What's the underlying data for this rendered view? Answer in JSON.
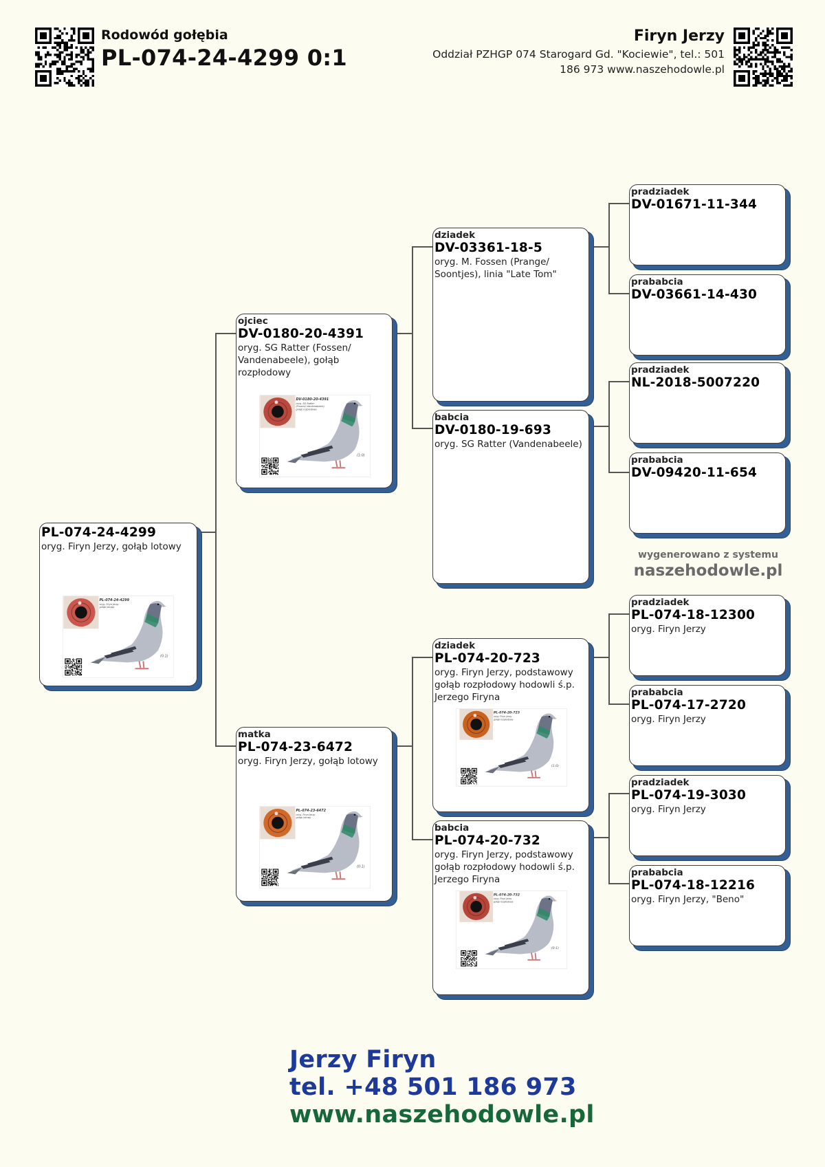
{
  "header": {
    "subtitle": "Rodowód gołębia",
    "title": "PL-074-24-4299 0:1",
    "owner": "Firyn Jerzy",
    "address_line1": "Oddział PZHGP 074 Starogard Gd. \"Kociewie\", tel.: 501",
    "address_line2": "186 973 www.naszehodowle.pl",
    "left_icon": "qr-code-icon",
    "right_icon": "qr-code-icon"
  },
  "pedigree": {
    "subject": {
      "ring": "PL-074-24-4299",
      "desc": "oryg. Firyn Jerzy, gołąb lotowy",
      "photo": {
        "ring": "PL-074-24-4299",
        "caption1": "oryg. Firyn Jerzy",
        "caption2": "gołąb lotowy",
        "sex": "(0:1)",
        "eye_color": "#c9574e"
      }
    },
    "father": {
      "relation": "ojciec",
      "ring": "DV-0180-20-4391",
      "desc": "oryg. SG Ratter (Fossen/ Vandenabeele), gołąb rozpłodowy",
      "photo": {
        "ring": "DV-0180-20-4391",
        "caption1": "oryg. SG Ratter",
        "caption2": "(Fossen/ Vandenabeele)",
        "caption3": "gołąb rozpłodowy",
        "sex": "(1:0)",
        "eye_color": "#b9493f"
      }
    },
    "mother": {
      "relation": "matka",
      "ring": "PL-074-23-6472",
      "desc": "oryg. Firyn Jerzy, gołąb lotowy",
      "photo": {
        "ring": "PL-074-23-6472",
        "caption1": "oryg. Firyn Jerzy",
        "caption2": "gołąb lotowy",
        "sex": "(0:1)",
        "eye_color": "#d06a2a"
      }
    },
    "paternal_grandfather": {
      "relation": "dziadek",
      "ring": "DV-03361-18-5",
      "desc": "oryg. M. Fossen (Prange/ Soontjes), linia \"Late Tom\""
    },
    "paternal_grandmother": {
      "relation": "babcia",
      "ring": "DV-0180-19-693",
      "desc": "oryg. SG Ratter (Vandenabeele)"
    },
    "maternal_grandfather": {
      "relation": "dziadek",
      "ring": "PL-074-20-723",
      "desc": "oryg. Firyn Jerzy, podstawowy gołąb rozpłodowy hodowli ś.p. Jerzego Firyna",
      "photo": {
        "ring": "PL-074-20-723",
        "caption1": "oryg. Firyn Jerzy",
        "caption2": "gołąb rozpłodowy",
        "sex": "(1:0)",
        "eye_color": "#c8621f"
      }
    },
    "maternal_grandmother": {
      "relation": "babcia",
      "ring": "PL-074-20-732",
      "desc": "oryg. Firyn Jerzy, podstawowy gołąb rozpłodowy hodowli ś.p. Jerzego Firyna",
      "photo": {
        "ring": "PL-074-20-732",
        "caption1": "oryg. Firyn Jerzy",
        "caption2": "gołąb rozpłodowy",
        "sex": "(0:1)",
        "eye_color": "#b6453c"
      }
    },
    "great_grandparents": [
      {
        "relation": "pradziadek",
        "ring": "DV-01671-11-344",
        "desc": ""
      },
      {
        "relation": "prababcia",
        "ring": "DV-03661-14-430",
        "desc": ""
      },
      {
        "relation": "pradziadek",
        "ring": "NL-2018-5007220",
        "desc": ""
      },
      {
        "relation": "prababcia",
        "ring": "DV-09420-11-654",
        "desc": ""
      },
      {
        "relation": "pradziadek",
        "ring": "PL-074-18-12300",
        "desc": "oryg. Firyn Jerzy"
      },
      {
        "relation": "prababcia",
        "ring": "PL-074-17-2720",
        "desc": "oryg. Firyn Jerzy"
      },
      {
        "relation": "pradziadek",
        "ring": "PL-074-19-3030",
        "desc": "oryg. Firyn Jerzy"
      },
      {
        "relation": "prababcia",
        "ring": "PL-074-18-12216",
        "desc": "oryg. Firyn Jerzy, \"Beno\""
      }
    ]
  },
  "generated_note": {
    "line1": "wygenerowano z systemu",
    "line2": "naszehodowle.pl"
  },
  "footer": {
    "name": "Jerzy Firyn",
    "tel": "tel. +48 501 186 973",
    "web": "www.naszehodowle.pl"
  },
  "colors": {
    "background": "#fdfcf0",
    "card_shadow": "#345f95",
    "footer_blue": "#1d3a9a",
    "footer_green": "#16683a"
  }
}
